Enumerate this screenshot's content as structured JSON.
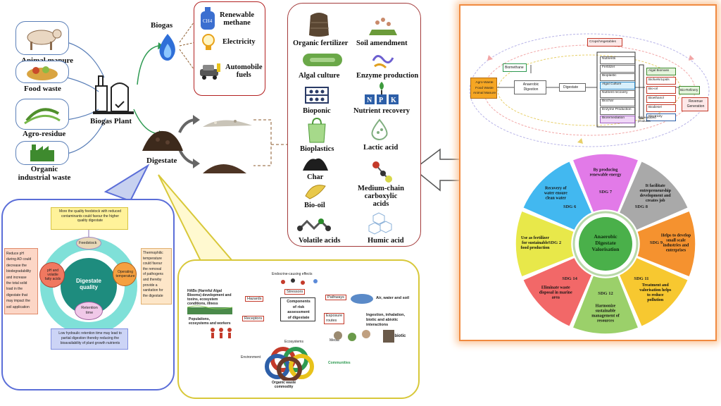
{
  "feedstocks": {
    "animal_manure": "Animal manure",
    "food_waste": "Food waste",
    "agro_residue": "Agro-residue",
    "organic_industrial_waste": "Organic\nindustrial waste"
  },
  "plant": {
    "label": "Biogas Plant"
  },
  "biogas": {
    "label": "Biogas",
    "uses": [
      "Renewable\nmethane",
      "Electricity",
      "Automobile\nfuels"
    ],
    "ch4": "CH4"
  },
  "digestate": {
    "label": "Digestate"
  },
  "products": {
    "organic_fertilizer": "Organic fertilizer",
    "soil_amendment": "Soil amendment",
    "algal_culture": "Algal culture",
    "enzyme_production": "Enzyme production",
    "bioponic": "Bioponic",
    "nutrient_recovery": "Nutrient recovery",
    "bioplastics": "Bioplastics",
    "lactic_acid": "Lactic acid",
    "char": "Char",
    "mcca": "Medium-chain\ncarboxylic\nacids",
    "bio_oil": "Bio-oil",
    "volatile_acids": "Volatile acids",
    "humic_acid": "Humic acid",
    "npk": [
      "N",
      "P",
      "K"
    ]
  },
  "quality": {
    "center": "Digestate\nquality",
    "feedstock": "Feedstock",
    "operating": "Operating\ntemperature",
    "retention": "Retention\ntime",
    "ph": "pH and\nvolatile\nfatty acids",
    "top_note": "More the quality feedstock with reduced\ncontaminants could favour the higher\nquality digestate",
    "right_note": "Thermophilic\ntemperature\ncould favour\nthe removal\nof pathogens\nand thereby\nprovide a\nsanitation for\nthe digestate",
    "left_note": "Reduce pH\nduring AD could\ndecrease the\nbiodegradability\nand increase\nthe total solid\nload in the\ndigestate that\nmay impact the\nsoil application",
    "bottom_note": "Low hydraulic retention time may lead to\npartial digestion thereby reducing the\nbioavailability of plant growth nutrients"
  },
  "risk": {
    "center": "Components\nof risk\nassessment\nof digestate",
    "habs": "HABs (Harmful Algal\nBlooms) development and\ntoxins, ecosystem\nconditions, illness",
    "hazards": "Hazards",
    "receptors": "Receptors",
    "pathways": "Pathways",
    "exposure": "Exposure\nroutes",
    "stressors": "Stressors",
    "air_water_soil": "Air, water and soil",
    "ingestion": "Ingestion, inhalation,\nbiotic and abiotic\ninteractions",
    "populations": "Populations,\necosystems and workers",
    "media": "Media",
    "abiotic": "Abiotic",
    "endocrine": "Endocrine-causing effects",
    "ring_top": "Ecosystems",
    "ring_left": "Environment",
    "ring_right": "Communities",
    "ring_bottom": "Organic waste\ncommodity"
  },
  "flow": {
    "agro_waste": "Agro-Waste\nFood Waste\nAnimal Manure",
    "biomethane": "Biomethane",
    "anaerobic": "Anaerobic\nDigestion",
    "digestate": "Digestate",
    "crops": "Crops/Vegetables",
    "list": [
      "Nutrients",
      "Fertilizer",
      "Bioplastic",
      "Algal Culture",
      "Nutrient recovery",
      "Biochar",
      "Enzyme Production",
      "Bioremediation"
    ],
    "mid": [
      "Algal Biomass",
      "Biofuels/Lipids",
      "Bio-oil",
      "Bioethanol",
      "Biodiesel",
      "Electricity"
    ],
    "biorefinery": "Bio-Refinery",
    "revenue": "Revenue\nGeneration",
    "high_value": "Value-added\nproducts"
  },
  "sdg": {
    "center": "Anaerobic\nDigestate\nValorisation",
    "segments": [
      {
        "code": "SDG 7",
        "text": "By producing\nrenewable energy",
        "color": "#e27ae8"
      },
      {
        "code": "SDG 8",
        "text": "It facilitate\nentrepreneurship\ndevelopment and\ncreates job",
        "color": "#a9a9a9"
      },
      {
        "code": "SDG 9",
        "text": "Helps to develop\nsmall scale\nindustries and\nenterprises",
        "color": "#f5922f"
      },
      {
        "code": "SDG 11",
        "text": "Treatment and\nvalorisation helps\nto reduce\npollution",
        "color": "#f7c830"
      },
      {
        "code": "SDG 12",
        "text": "Harmonize\nsustainable\nmanagement of\nresources",
        "color": "#9bd06a"
      },
      {
        "code": "SDG 14",
        "text": "Eliminate waste\ndisposal in marine\narea",
        "color": "#f26868"
      },
      {
        "code": "SDG 2",
        "text": "Use as fertilizer\nfor sustainable\nfood production",
        "color": "#e8e84a"
      },
      {
        "code": "SDG 6",
        "text": "Recovery of\nwater ensure\nclean water",
        "color": "#42b8f0"
      }
    ]
  }
}
